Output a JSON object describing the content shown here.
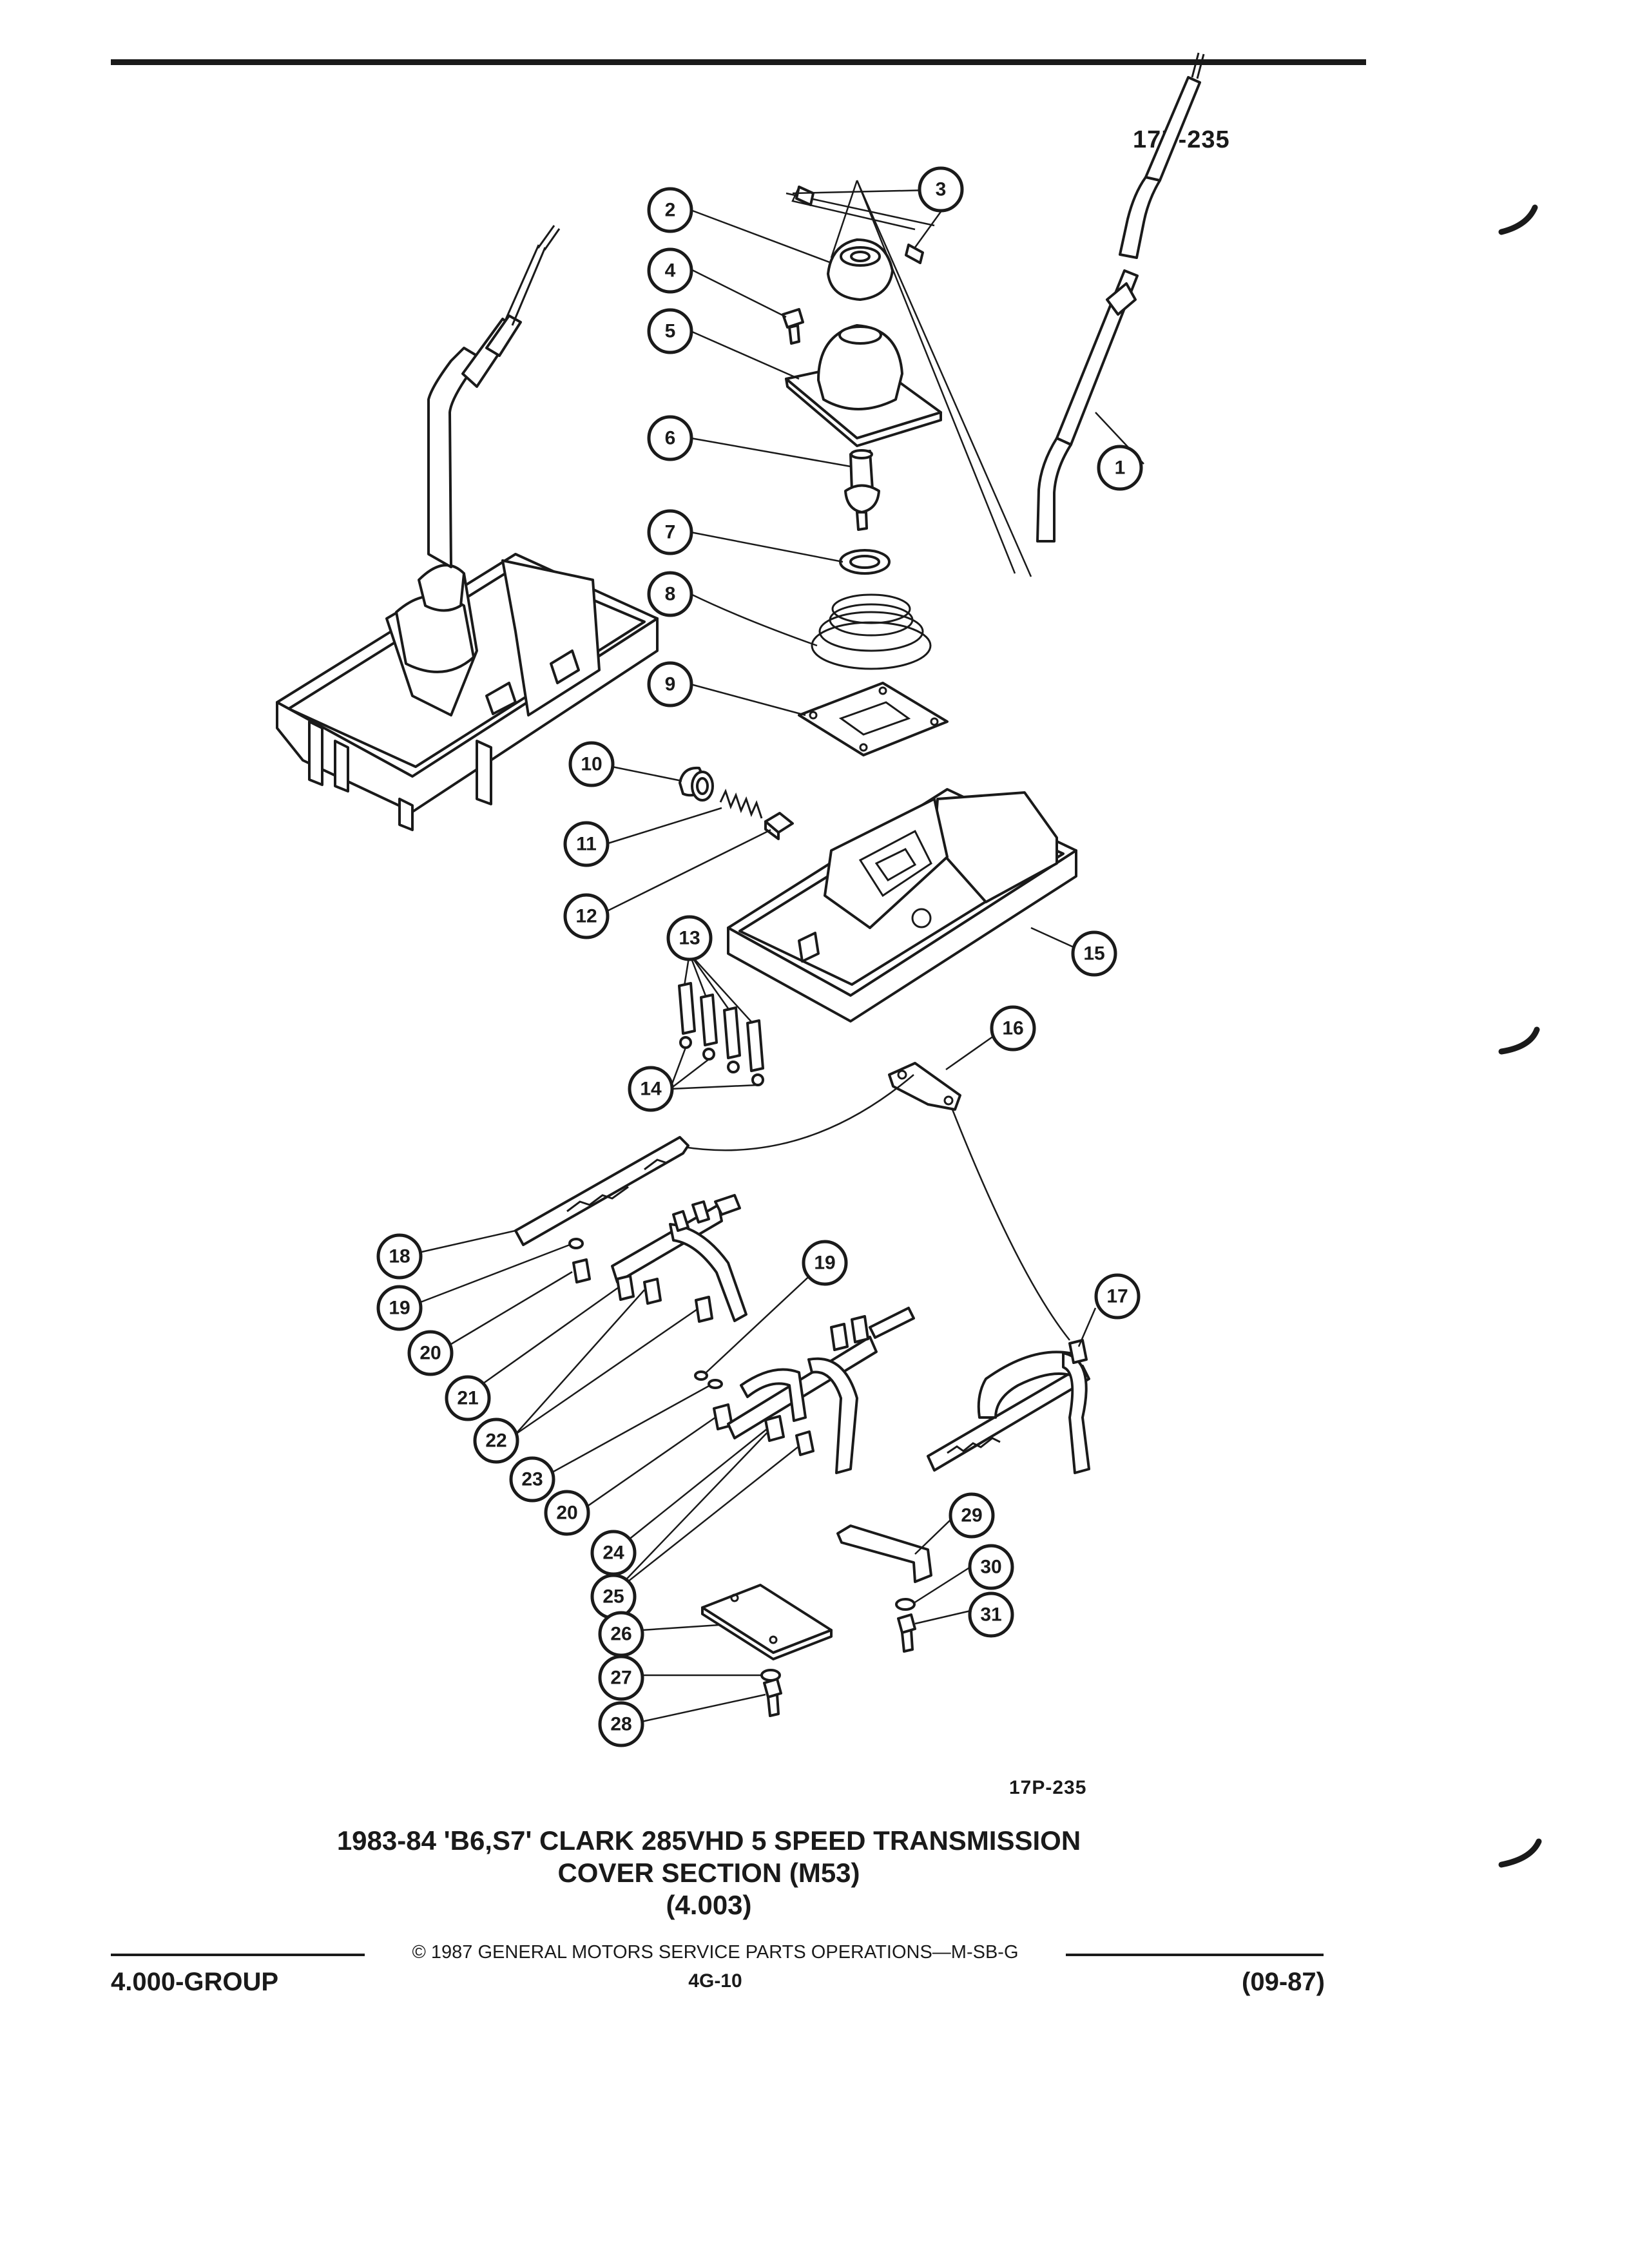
{
  "figure_code": "17P-235",
  "figure_code_bottom": "17P-235",
  "title": {
    "line1": "1983-84 'B6,S7' CLARK 285VHD 5 SPEED TRANSMISSION",
    "line2": "COVER SECTION (M53)",
    "line3": "(4.003)"
  },
  "footer": {
    "copyright": "© 1987 GENERAL MOTORS SERVICE PARTS OPERATIONS—M-SB-G",
    "group": "4.000-GROUP",
    "page": "4G-10",
    "date": "(09-87)"
  },
  "callouts": [
    {
      "id": "1",
      "label": "1"
    },
    {
      "id": "2",
      "label": "2"
    },
    {
      "id": "3",
      "label": "3"
    },
    {
      "id": "4",
      "label": "4"
    },
    {
      "id": "5",
      "label": "5"
    },
    {
      "id": "6",
      "label": "6"
    },
    {
      "id": "7",
      "label": "7"
    },
    {
      "id": "8",
      "label": "8"
    },
    {
      "id": "9",
      "label": "9"
    },
    {
      "id": "10",
      "label": "10"
    },
    {
      "id": "11",
      "label": "11"
    },
    {
      "id": "12",
      "label": "12"
    },
    {
      "id": "13",
      "label": "13"
    },
    {
      "id": "14",
      "label": "14"
    },
    {
      "id": "15",
      "label": "15"
    },
    {
      "id": "16",
      "label": "16"
    },
    {
      "id": "17",
      "label": "17"
    },
    {
      "id": "18",
      "label": "18"
    },
    {
      "id": "19a",
      "label": "19"
    },
    {
      "id": "19b",
      "label": "19"
    },
    {
      "id": "20a",
      "label": "20"
    },
    {
      "id": "20b",
      "label": "20"
    },
    {
      "id": "21",
      "label": "21"
    },
    {
      "id": "22",
      "label": "22"
    },
    {
      "id": "23",
      "label": "23"
    },
    {
      "id": "24",
      "label": "24"
    },
    {
      "id": "25",
      "label": "25"
    },
    {
      "id": "26",
      "label": "26"
    },
    {
      "id": "27",
      "label": "27"
    },
    {
      "id": "28",
      "label": "28"
    },
    {
      "id": "29",
      "label": "29"
    },
    {
      "id": "30",
      "label": "30"
    },
    {
      "id": "31",
      "label": "31"
    }
  ]
}
